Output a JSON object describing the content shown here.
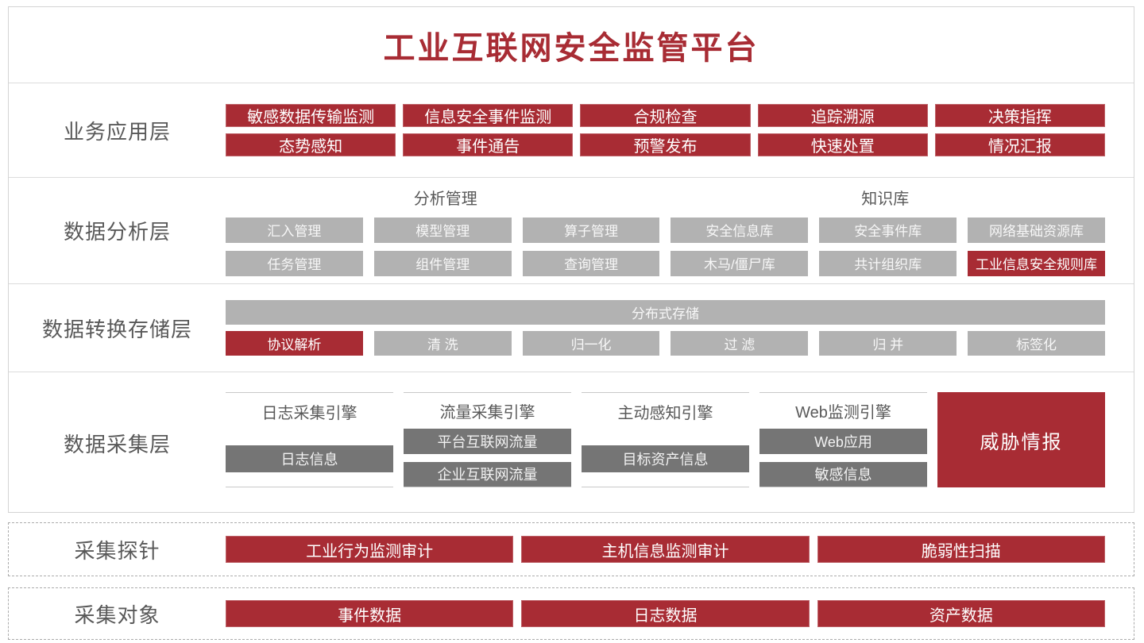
{
  "title": "工业互联网安全监管平台",
  "colors": {
    "brand_red": "#a82c34",
    "box_gray": "#b2b2b2",
    "box_dark_gray": "#757575",
    "label_gray": "#595959"
  },
  "business_layer": {
    "label": "业务应用层",
    "row1": [
      "敏感数据传输监测",
      "信息安全事件监测",
      "合规检查",
      "追踪溯源",
      "决策指挥"
    ],
    "row2": [
      "态势感知",
      "事件通告",
      "预警发布",
      "快速处置",
      "情况汇报"
    ]
  },
  "analysis_layer": {
    "label": "数据分析层",
    "group1_title": "分析管理",
    "group2_title": "知识库",
    "row1": [
      "汇入管理",
      "模型管理",
      "算子管理",
      "安全信息库",
      "安全事件库",
      "网络基础资源库"
    ],
    "row2": [
      "任务管理",
      "组件管理",
      "查询管理",
      "木马/僵尸库",
      "共计组织库",
      "工业信息安全规则库"
    ]
  },
  "storage_layer": {
    "label": "数据转换存储层",
    "bar": "分布式存储",
    "row": [
      "协议解析",
      "清 洗",
      "归一化",
      "过 滤",
      "归 并",
      "标签化"
    ]
  },
  "collection_layer": {
    "label": "数据采集层",
    "engines": [
      {
        "title": "日志采集引擎",
        "boxes": [
          "日志信息"
        ]
      },
      {
        "title": "流量采集引擎",
        "boxes": [
          "平台互联网流量",
          "企业互联网流量"
        ]
      },
      {
        "title": "主动感知引擎",
        "boxes": [
          "目标资产信息"
        ]
      },
      {
        "title": "Web监测引擎",
        "boxes": [
          "Web应用",
          "敏感信息"
        ]
      }
    ],
    "threat_box": "威胁情报"
  },
  "probe_row": {
    "label": "采集探针",
    "boxes": [
      "工业行为监测审计",
      "主机信息监测审计",
      "脆弱性扫描"
    ]
  },
  "target_row": {
    "label": "采集对象",
    "boxes": [
      "事件数据",
      "日志数据",
      "资产数据"
    ]
  }
}
